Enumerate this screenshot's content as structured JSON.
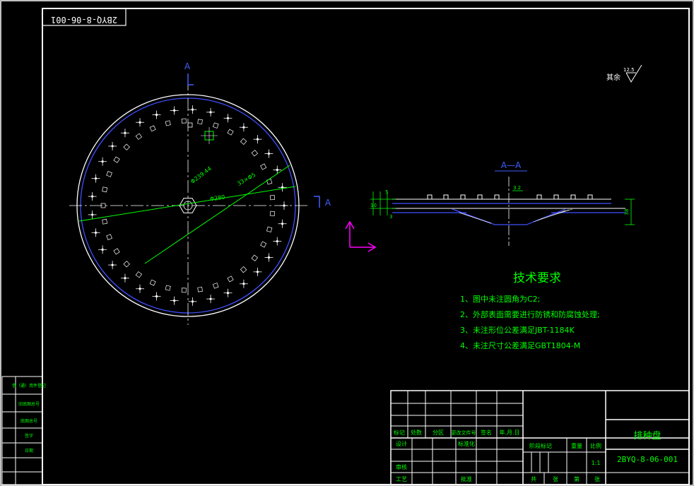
{
  "drawing": {
    "mirrored_code": "2BYQ-8-06-001",
    "section_label": "A",
    "section_title": "A—A",
    "roughness_label": "其余",
    "roughness_value": "12.5",
    "dimensions": {
      "pitch_circle": "Φ239.44",
      "bore": "Φ280",
      "holes": "33×Φ5",
      "d_5": "5",
      "d_10": "10",
      "d_3": "3",
      "d_32": "3.2",
      "d_38": "38"
    }
  },
  "tech_requirements": {
    "title": "技术要求",
    "items": [
      "1、图中未注圆角为C2;",
      "2、外部表面需要进行防锈和防腐蚀处理;",
      "3、未注形位公差满足JBT-1184K",
      "4、未注尺寸公差满足GBT1804-M"
    ]
  },
  "side_table": {
    "rows": [
      "借（通）用件登记",
      "旧底图总号",
      "底图总号",
      "签字",
      "日期"
    ]
  },
  "title_block": {
    "headers": [
      "标记",
      "处数",
      "分区",
      "更改文件号",
      "签名",
      "年.月.日"
    ],
    "design_label": "设计",
    "standard_label": "标准化",
    "review_label": "审核",
    "process_label": "工艺",
    "approve_label": "批准",
    "stage_label": "阶段标记",
    "weight_label": "重量",
    "scale_label": "比例",
    "scale_value": "1:1",
    "sheet_text": [
      "共",
      "张",
      "第",
      "张"
    ],
    "part_name": "排种盘",
    "drawing_number": "2BYQ-8-06-001"
  }
}
